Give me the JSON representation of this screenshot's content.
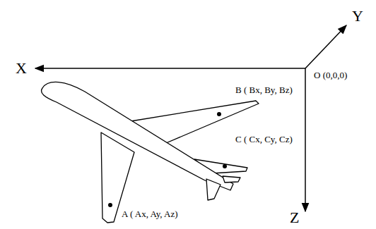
{
  "diagram": {
    "labels": [
      "X",
      "Y",
      "O (0,0,0)",
      "B ( Bx, By, Bz)",
      "C ( Cx, Cy, Cz)",
      "Z",
      "A ( Ax, Ay, Az)"
    ]
  }
}
